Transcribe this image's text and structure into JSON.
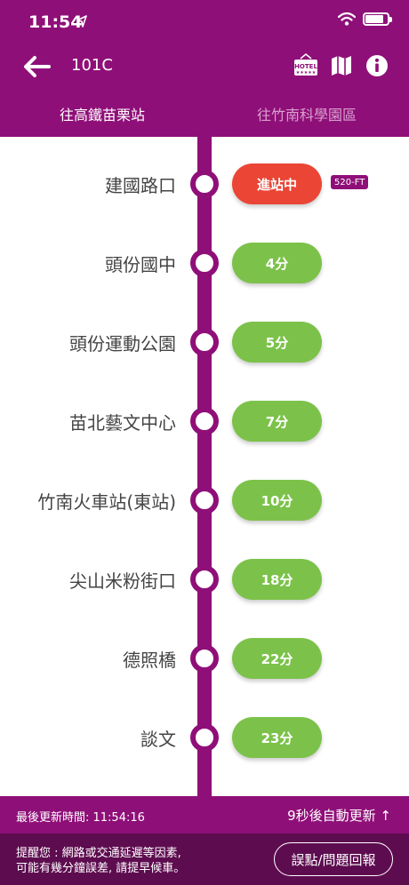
{
  "status_bar": {
    "time": "11:54"
  },
  "nav": {
    "route_title": "101C",
    "hotel_icon_text": "HOTEL"
  },
  "tabs": [
    {
      "label": "往高鐵苗栗站",
      "active": true
    },
    {
      "label": "往竹南科學園區",
      "active": false
    }
  ],
  "stops": [
    {
      "name": "建國路口",
      "eta": "進站中",
      "arriving": true,
      "bus": "520-FT"
    },
    {
      "name": "頭份國中",
      "eta": "4分"
    },
    {
      "name": "頭份運動公園",
      "eta": "5分"
    },
    {
      "name": "苗北藝文中心",
      "eta": "7分"
    },
    {
      "name": "竹南火車站(東站)",
      "eta": "10分"
    },
    {
      "name": "尖山米粉街口",
      "eta": "18分"
    },
    {
      "name": "德照橋",
      "eta": "22分"
    },
    {
      "name": "談文",
      "eta": "23分"
    }
  ],
  "footer": {
    "last_update": "最後更新時間:  11:54:16",
    "auto_refresh": "9秒後自動更新 ↑",
    "notice_line1": "提醒您 : 網路或交通延遲等因素,",
    "notice_line2": "可能有幾分鐘誤差, 請提早候車。",
    "report_button": "誤點/問題回報"
  },
  "colors": {
    "primary": "#8f0f78",
    "dark": "#5e0c50",
    "arriving": "#ea4535",
    "eta": "#7cc24a"
  }
}
